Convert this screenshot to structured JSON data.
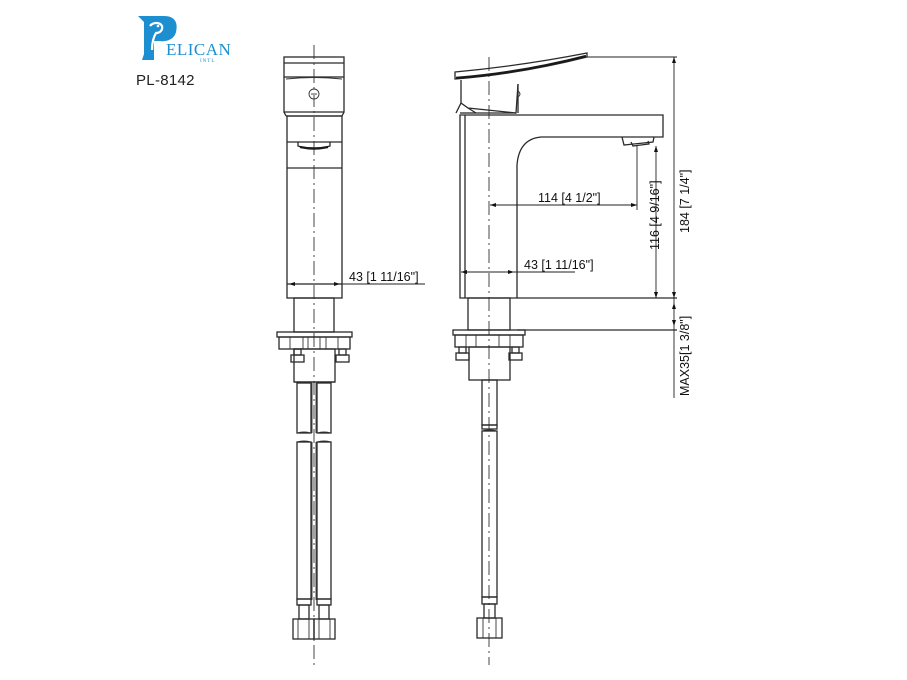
{
  "brand": {
    "logo_initial": "P",
    "logo_word": "ELICAN",
    "logo_sub": "INTL",
    "color": "#1d8fd1"
  },
  "model": "PL-8142",
  "drawing": {
    "views": [
      "front-view",
      "side-view"
    ],
    "dimensions": {
      "front_body_width": "43 [1 11/16\"]",
      "side_body_width": "43 [1 11/16\"]",
      "spout_reach": "114 [4 1/2\"]",
      "spout_height": "116 [4 9/16\"]",
      "total_height": "184 [7 1/4\"]",
      "max_deck_thickness": "MAX35[1 3/8\"]"
    },
    "line_color": "#2a2a2a"
  }
}
